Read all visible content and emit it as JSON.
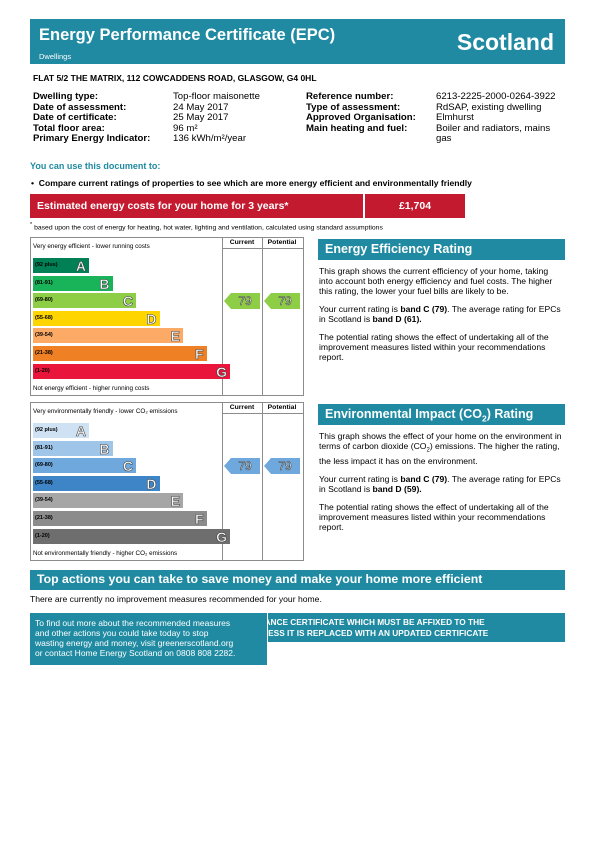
{
  "header": {
    "title": "Energy Performance Certificate (EPC)",
    "subtitle": "Dwellings",
    "country": "Scotland"
  },
  "address": "FLAT 5/2 THE MATRIX, 112 COWCADDENS ROAD, GLASGOW, G4 0HL",
  "details_left": [
    {
      "label": "Dwelling type:",
      "value": "Top-floor maisonette"
    },
    {
      "label": "Date of assessment:",
      "value": "24 May 2017"
    },
    {
      "label": "Date of certificate:",
      "value": "25 May 2017"
    },
    {
      "label": "Total floor area:",
      "value": "96 m²"
    },
    {
      "label": "Primary Energy Indicator:",
      "value": "136 kWh/m²/year"
    }
  ],
  "details_right": [
    {
      "label": "Reference number:",
      "value": "6213-2225-2000-0264-3922"
    },
    {
      "label": "Type of assessment:",
      "value": "RdSAP, existing dwelling"
    },
    {
      "label": "Approved Organisation:",
      "value": "Elmhurst"
    },
    {
      "label": "Main heating and fuel:",
      "value": "Boiler and radiators, mains gas"
    }
  ],
  "use_document": "You can use this document to:",
  "bullet": "Compare current ratings of properties to see which are more energy efficient and environmentally friendly",
  "cost": {
    "label": "Estimated energy costs for your home for 3 years*",
    "value": "£1,704",
    "footnote": "based upon the cost of energy for heating, hot water, lighting and ventilation, calculated using standard assumptions"
  },
  "column_headers": {
    "current": "Current",
    "potential": "Potential"
  },
  "bands": [
    {
      "range": "(92 plus)",
      "letter": "A"
    },
    {
      "range": "(81-91)",
      "letter": "B"
    },
    {
      "range": "(69-80)",
      "letter": "C"
    },
    {
      "range": "(55-68)",
      "letter": "D"
    },
    {
      "range": "(39-54)",
      "letter": "E"
    },
    {
      "range": "(21-38)",
      "letter": "F"
    },
    {
      "range": "(1-20)",
      "letter": "G"
    }
  ],
  "energy_chart": {
    "top_caption": "Very energy efficient - lower running costs",
    "bottom_caption": "Not energy efficient - higher running costs",
    "colors": [
      "#008054",
      "#19b459",
      "#8dce46",
      "#ffd500",
      "#fcaa65",
      "#ef8023",
      "#e9153b"
    ],
    "current": "79",
    "potential": "79",
    "current_band": 2,
    "potential_band": 2,
    "arrow_color": "#8dce46"
  },
  "env_chart": {
    "top_caption": "Very environmentally friendly - lower CO₂ emissions",
    "bottom_caption": "Not environmentally friendly - higher CO₂ emissions",
    "colors": [
      "#cfe2f3",
      "#9fc5e8",
      "#6fa8dc",
      "#3d85c6",
      "#a6a6a6",
      "#8c8c8c",
      "#6e6e6e"
    ],
    "current": "79",
    "potential": "79",
    "current_band": 2,
    "potential_band": 2,
    "arrow_color": "#6fa8dc"
  },
  "energy_panel": {
    "title": "Energy Efficiency Rating",
    "p1": "This graph shows the current efficiency of your home, taking into account both energy efficiency and fuel costs. The higher this rating, the lower your fuel bills are likely to be.",
    "p2_pre": "Your current rating is ",
    "p2_bold1": "band C (79)",
    "p2_mid": ". The average rating for EPCs in Scotland is ",
    "p2_bold2": "band D (61).",
    "p3": "The potential rating shows the effect of undertaking all of the improvement measures listed within your recommendations report."
  },
  "env_panel": {
    "title_pre": "Environmental Impact (CO",
    "title_sub": "2",
    "title_post": ") Rating",
    "p1_pre": "This graph shows the effect of your home on the environment in terms of carbon dioxide (CO",
    "p1_sub": "2",
    "p1_post": ") emissions. The higher the rating, the less impact it has on the environment.",
    "p2_pre": "Your current rating is ",
    "p2_bold1": "band C (79)",
    "p2_mid": ". The average rating for EPCs in Scotland is ",
    "p2_bold2": "band D (59).",
    "p3": "The potential rating shows the effect of undertaking all of the improvement measures listed within your recommendations report."
  },
  "actions": {
    "title": "Top actions you can take to save money and make your home more efficient",
    "none_text": "There are currently no improvement measures recommended for your home."
  },
  "notice": {
    "line1": "THIS PAGE IS THE ENERGY PERFORMANCE CERTIFICATE WHICH MUST BE AFFIXED TO THE",
    "line2": "DWELLING AND NOT BE REMOVED UNLESS IT IS REPLACED WITH AN UPDATED CERTIFICATE"
  },
  "info_box": {
    "line1": "To find out more about the recommended measures",
    "line2": "and other actions you could take today to stop",
    "line3": "wasting energy and money, visit greenerscotland.org",
    "line4": "or contact Home Energy Scotland on 0808 808 2282."
  }
}
